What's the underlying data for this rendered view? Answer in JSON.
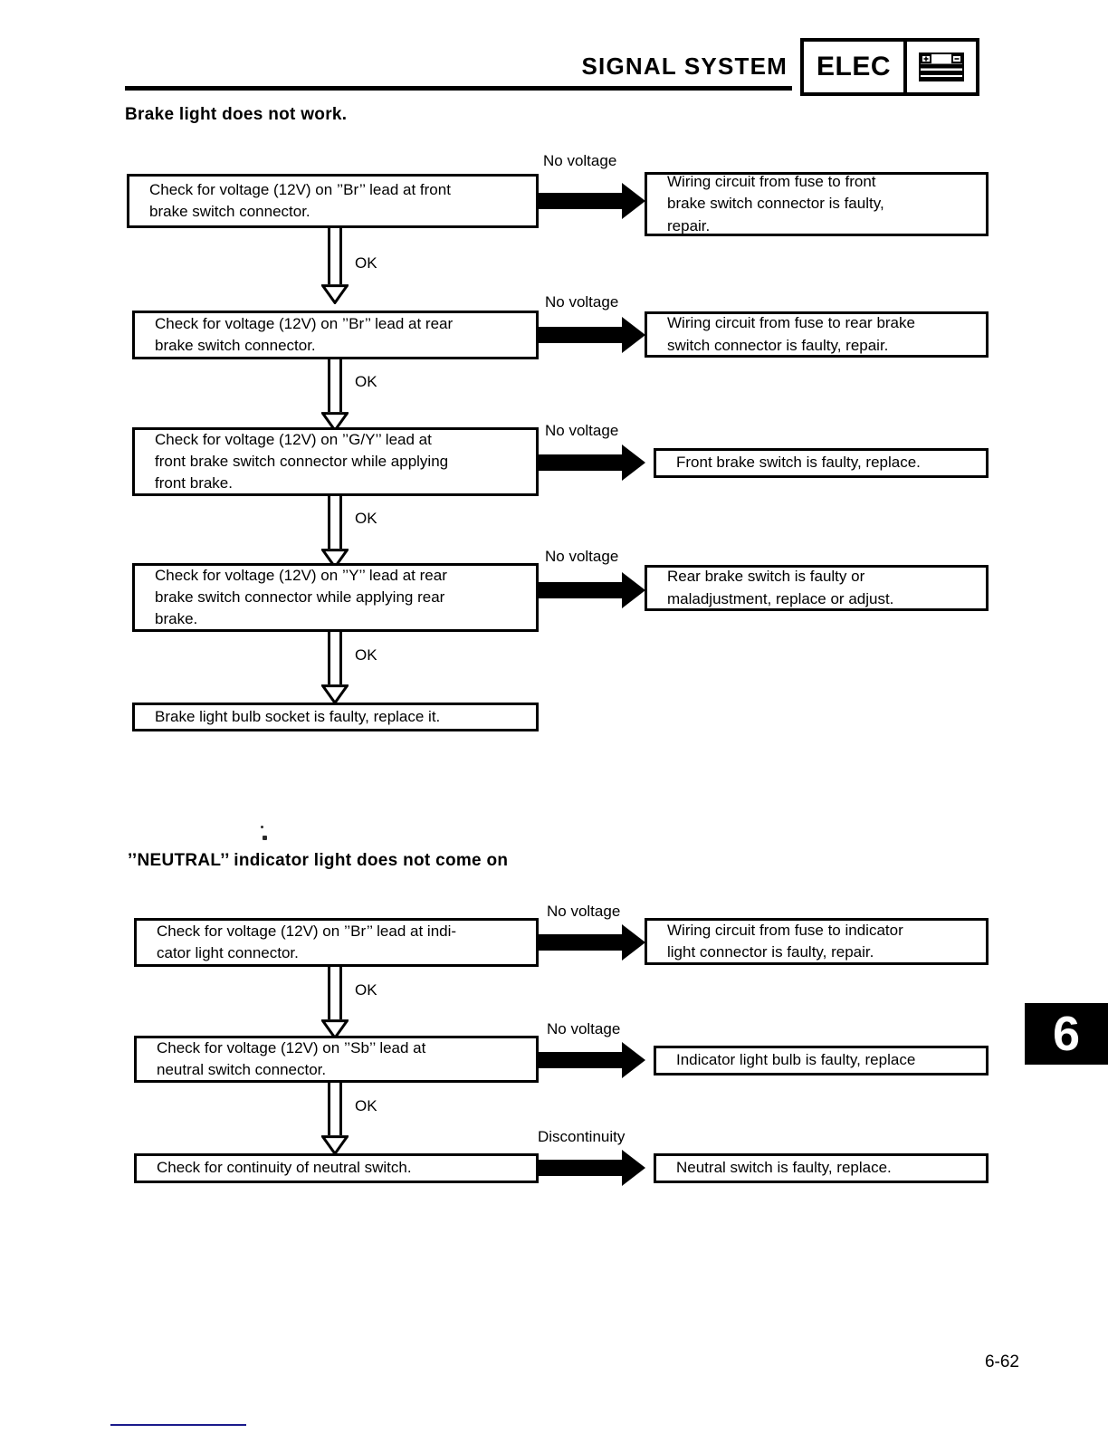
{
  "header": {
    "title": "SIGNAL SYSTEM",
    "badge_label": "ELEC",
    "badge_icon": "battery-icon",
    "battery_plus": "+",
    "battery_minus": "–"
  },
  "chapter_tab": {
    "number": "6"
  },
  "footer": {
    "page_number": "6-62"
  },
  "sections": [
    {
      "heading": "Brake light does not work.",
      "steps": [
        {
          "check": "Check for voltage (12V) on ’’Br’’ lead at front\nbrake switch connector.",
          "branch_label": "No voltage",
          "result": "Wiring circuit from fuse to front\nbrake switch connector is faulty,\nrepair.",
          "pass_label": "OK"
        },
        {
          "check": "Check for voltage (12V) on ’’Br’’ lead at rear\nbrake switch connector.",
          "branch_label": "No voltage",
          "result": "Wiring circuit from fuse to rear brake\nswitch connector is faulty, repair.",
          "pass_label": "OK"
        },
        {
          "check": "Check for voltage (12V) on ’’G/Y’’ lead at\nfront brake switch connector while applying\nfront brake.",
          "branch_label": "No voltage",
          "result": "Front brake switch is faulty, replace.",
          "pass_label": "OK"
        },
        {
          "check": "Check for voltage (12V) on ’’Y’’ lead at rear\nbrake switch connector while applying rear\nbrake.",
          "branch_label": "No voltage",
          "result": "Rear brake switch is faulty or\nmaladjustment, replace or adjust.",
          "pass_label": "OK"
        }
      ],
      "conclusion": "Brake light bulb socket is faulty, replace it."
    },
    {
      "heading": "’’NEUTRAL’’ indicator light does not come on",
      "steps": [
        {
          "check": "Check for voltage (12V) on ’’Br’’ lead at indi-\ncator light connector.",
          "branch_label": "No voltage",
          "result": "Wiring circuit from fuse to indicator\nlight connector is faulty, repair.",
          "pass_label": "OK"
        },
        {
          "check": "Check for voltage (12V) on ’’Sb’’ lead at\nneutral switch connector.",
          "branch_label": "No voltage",
          "result": "Indicator light bulb is faulty, replace",
          "pass_label": "OK"
        },
        {
          "check": "Check for continuity of neutral switch.",
          "branch_label": "Discontinuity",
          "result": "Neutral switch is faulty, replace.",
          "pass_label": ""
        }
      ],
      "conclusion": ""
    }
  ]
}
